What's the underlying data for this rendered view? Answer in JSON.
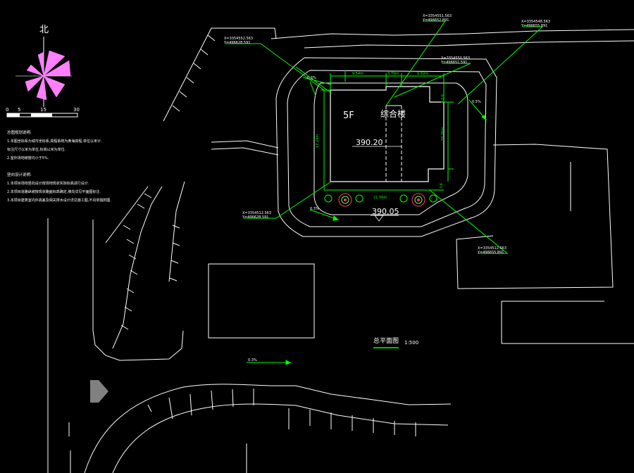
{
  "colors": {
    "background": "#000000",
    "linework": "#ffffff",
    "annotation": "#00ff00",
    "dimension": "#00ff00",
    "compass": "#ff80ff",
    "pointer": "#808080"
  },
  "compass": {
    "north_label": "北"
  },
  "scale_bar": {
    "ticks": [
      "0",
      "5",
      "15",
      "30"
    ]
  },
  "notes": {
    "section1_title": "总图规划说明:",
    "section1_lines": [
      "1.本图坐标系为城市坐标系,高程系统为黄海高程,单位以米计.",
      "标注尺寸以米为单位,标高以米为单位.",
      "2.室外场地坡度均小于5%."
    ],
    "section2_title": "竖向设计说明:",
    "section2_lines": [
      "1.本项目场地竖向设计按场地现状实际标高进行设计.",
      "2.本项目道路纵坡按现状路面标高确定,坡向详见平面图标注.",
      "3.本项目建筑室内外高差及相关排水设计详见施工图,不另单独附图."
    ]
  },
  "building": {
    "floors": "5F",
    "name": "综合楼",
    "floor_elevation": "390.20"
  },
  "site": {
    "entrance_elevation": "390.05"
  },
  "dimensions": {
    "top_segments": [
      "9.54m",
      "3.70m",
      "9.92m"
    ],
    "bottom": "21.56m",
    "left": "17.24m",
    "right_upper": "18.76m",
    "right_small": "3.6",
    "right_top": "2.0"
  },
  "coordinates": {
    "c1": [
      "X=3354552.563",
      "Y=496628.591"
    ],
    "c2": [
      "X=3354551.563",
      "Y=496652.891"
    ],
    "c3": [
      "X=3354548.563",
      "Y=496655.891"
    ],
    "c4": [
      "X=3354550.563",
      "Y=496651.591"
    ],
    "c5": [
      "X=3354512.563",
      "Y=496628.591"
    ],
    "c6": [
      "X=3354512.563",
      "Y=496655.891"
    ]
  },
  "slopes": {
    "s1": "0.3%",
    "s2": "0.5%",
    "s3": "0.3%",
    "s4": "0.3%"
  },
  "drawing": {
    "title": "总平面图",
    "scale": "1:500"
  }
}
